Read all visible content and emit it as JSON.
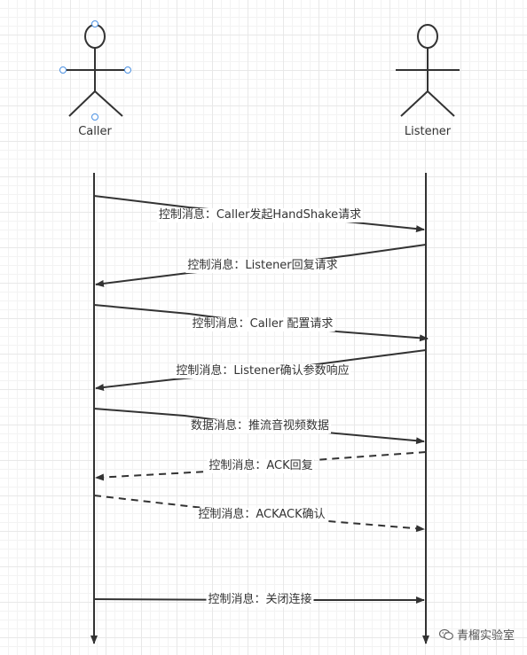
{
  "actors": [
    {
      "name": "Caller",
      "selected": true
    },
    {
      "name": "Listener",
      "selected": false
    }
  ],
  "messages": [
    {
      "label": "控制消息：Caller发起HandShake请求",
      "from": "Caller",
      "to": "Listener",
      "style": "solid"
    },
    {
      "label": "控制消息：Listener回复请求",
      "from": "Listener",
      "to": "Caller",
      "style": "solid"
    },
    {
      "label": "控制消息：Caller 配置请求",
      "from": "Caller",
      "to": "Listener",
      "style": "solid"
    },
    {
      "label": "控制消息：Listener确认参数响应",
      "from": "Listener",
      "to": "Caller",
      "style": "solid"
    },
    {
      "label": "数据消息：推流音视频数据",
      "from": "Caller",
      "to": "Listener",
      "style": "solid"
    },
    {
      "label": "控制消息：ACK回复",
      "from": "Listener",
      "to": "Caller",
      "style": "dashed"
    },
    {
      "label": "控制消息：ACKACK确认",
      "from": "Caller",
      "to": "Listener",
      "style": "dashed"
    },
    {
      "label": "控制消息：关闭连接",
      "from": "Caller",
      "to": "Listener",
      "style": "solid"
    }
  ],
  "watermark": {
    "text": "青榴实验室",
    "icon": "wechat-icon"
  },
  "colors": {
    "line": "#333333",
    "selection": "#4a90e2",
    "grid": "#e8e8e8"
  }
}
